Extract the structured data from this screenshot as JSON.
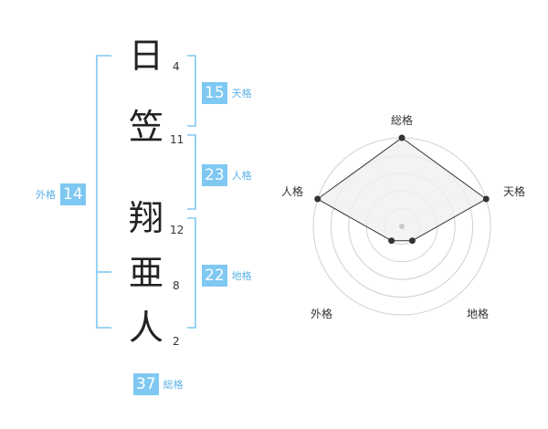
{
  "name": {
    "characters": [
      {
        "char": "日",
        "strokes": "4"
      },
      {
        "char": "笠",
        "strokes": "11"
      },
      {
        "char": "翔",
        "strokes": "12"
      },
      {
        "char": "亜",
        "strokes": "8"
      },
      {
        "char": "人",
        "strokes": "2"
      }
    ]
  },
  "fortune": {
    "tenkaku": {
      "value": "15",
      "label": "天格"
    },
    "jinkaku": {
      "value": "23",
      "label": "人格"
    },
    "chikaku": {
      "value": "22",
      "label": "地格"
    },
    "gaikaku": {
      "value": "14",
      "label": "外格"
    },
    "soukaku": {
      "value": "37",
      "label": "総格"
    }
  },
  "radar": {
    "labels": {
      "top": "総格",
      "right": "天格",
      "bottom_right": "地格",
      "bottom_left": "外格",
      "left": "人格"
    },
    "levels": 5,
    "values": [
      {
        "axis": "総格",
        "level": 5
      },
      {
        "axis": "天格",
        "level": 5
      },
      {
        "axis": "地格",
        "level": 1
      },
      {
        "axis": "外格",
        "level": 1
      },
      {
        "axis": "人格",
        "level": 5
      }
    ],
    "colors": {
      "grid": "#d0d0d0",
      "fill": "#f0f0f0",
      "line": "#333333",
      "bracket": "#7ec8f2"
    }
  }
}
